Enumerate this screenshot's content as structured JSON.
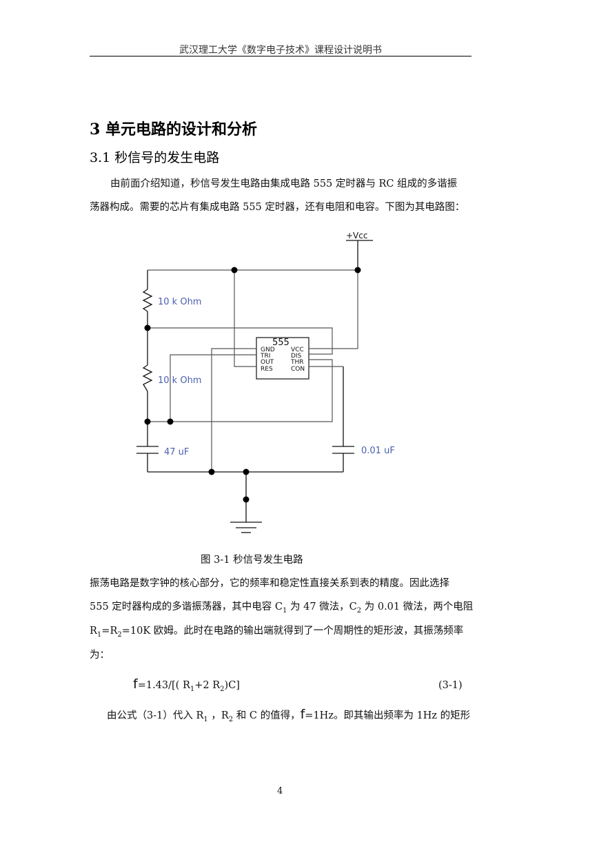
{
  "header": {
    "text": "武汉理工大学《数字电子技术》课程设计说明书"
  },
  "heading": "3 单元电路的设计和分析",
  "subheading": "3.1 秒信号的发生电路",
  "intro": {
    "line1": "由前面介绍知道，秒信号发生电路由集成电路 555 定时器与 RC 组成的多谐振",
    "line2": "荡器构成。需要的芯片有集成电路 555 定时器，还有电阻和电容。下图为其电路图："
  },
  "circuit": {
    "vcc_label": "+Vcc",
    "chip_label": "555",
    "pins": {
      "gnd": "GND",
      "vcc": "VCC",
      "tri": "TRI",
      "dis": "DIS",
      "out": "OUT",
      "thr": "THR",
      "res": "RES",
      "con": "CON"
    },
    "r1_label": "10 k Ohm",
    "r2_label": "10 k Ohm",
    "c1_label": "47 uF",
    "c2_label": "0.01 uF"
  },
  "figure_caption": "图  3-1    秒信号发生电路",
  "body": {
    "line1": "振荡电路是数字钟的核心部分，它的频率和稳定性直接关系到表的精度。因此选择",
    "line2_a": "555 定时器构成的多谐振荡器，其中电容 C",
    "line2_sub1": "1",
    "line2_b": " 为 47 微法，C",
    "line2_sub2": "2",
    "line2_c": " 为 0.01 微法，两个电阻",
    "line3_a": "R",
    "line3_sub1": "1",
    "line3_b": "=R",
    "line3_sub2": "2",
    "line3_c": "=10K 欧姆。此时在电路的输出端就得到了一个周期性的矩形波，其振荡频率",
    "line4": "为："
  },
  "formula": {
    "f": "f",
    "expr_a": "=1.43/[( R",
    "sub1": "1",
    "expr_b": "+2 R",
    "sub2": "2",
    "expr_c": ")C]",
    "number": "(3-1)"
  },
  "last": {
    "a": "由公式（3-1）代入 R",
    "sub1": "1",
    "b": " ，R",
    "sub2": "2",
    "c": " 和 C 的值得，",
    "f": "f",
    "d": "=1Hz。即其输出频率为 1Hz 的矩形"
  },
  "page_number": "4"
}
